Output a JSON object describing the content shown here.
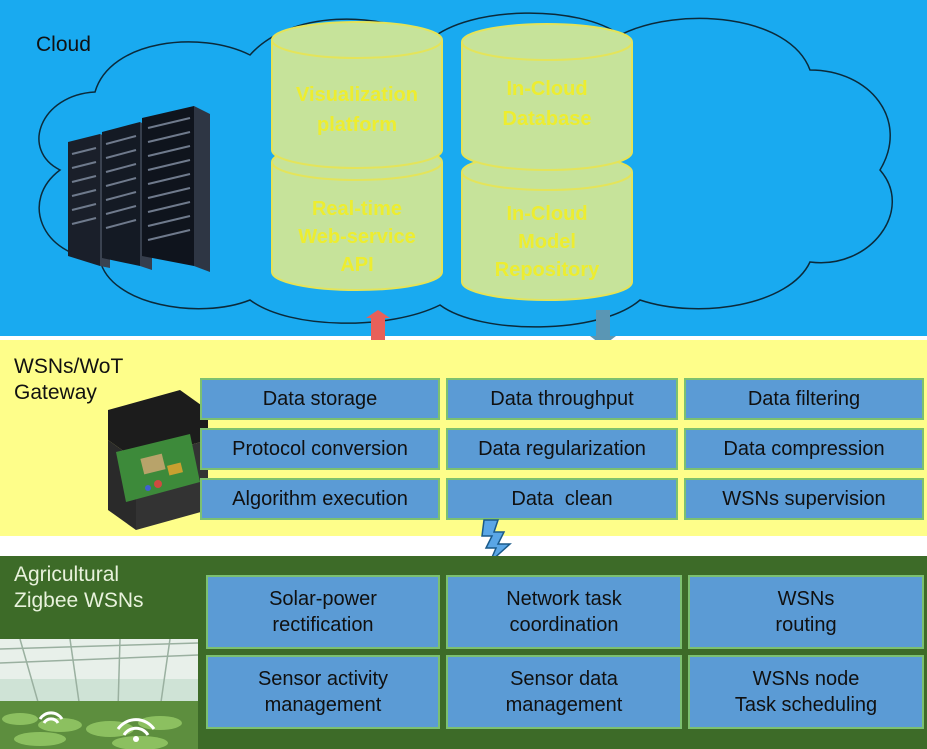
{
  "layers": {
    "cloud": {
      "title": "Cloud",
      "databases": [
        {
          "label": "Visualization\nplatform"
        },
        {
          "label": "In-Cloud\nDatabase"
        },
        {
          "label": "Real-time\nWeb-service\nAPI"
        },
        {
          "label": "In-Cloud\nModel\nRepository"
        }
      ]
    },
    "gateway": {
      "title": "WSNs/WoT\nGateway",
      "functions": [
        "Data storage",
        "Data throughput",
        "Data filtering",
        "Protocol conversion",
        "Data regularization",
        "Data compression",
        "Algorithm execution",
        "Data  clean",
        "WSNs supervision"
      ]
    },
    "wsn": {
      "title": "Agricultural\nZigbee WSNs",
      "functions": [
        "Solar-power\nrectification",
        "Network task\ncoordination",
        "WSNs\nrouting",
        "Sensor activity\nmanagement",
        "Sensor data\nmanagement",
        "WSNs node\nTask scheduling"
      ]
    }
  },
  "colors": {
    "cloud_bg": "#19aaf0",
    "gateway_bg": "#fefe8a",
    "wsn_bg": "#3d6b28",
    "box_fill": "#5b9bd5",
    "box_border": "#7cc070",
    "db_fill": "#c6e39a",
    "db_text": "#eded30",
    "up_arrow": "#e8605a",
    "down_arrow": "#5a96b4"
  },
  "icons": [
    "server-rack-icon",
    "gateway-device-icon",
    "greenhouse-photo",
    "lightning-icon",
    "wifi-icon"
  ]
}
